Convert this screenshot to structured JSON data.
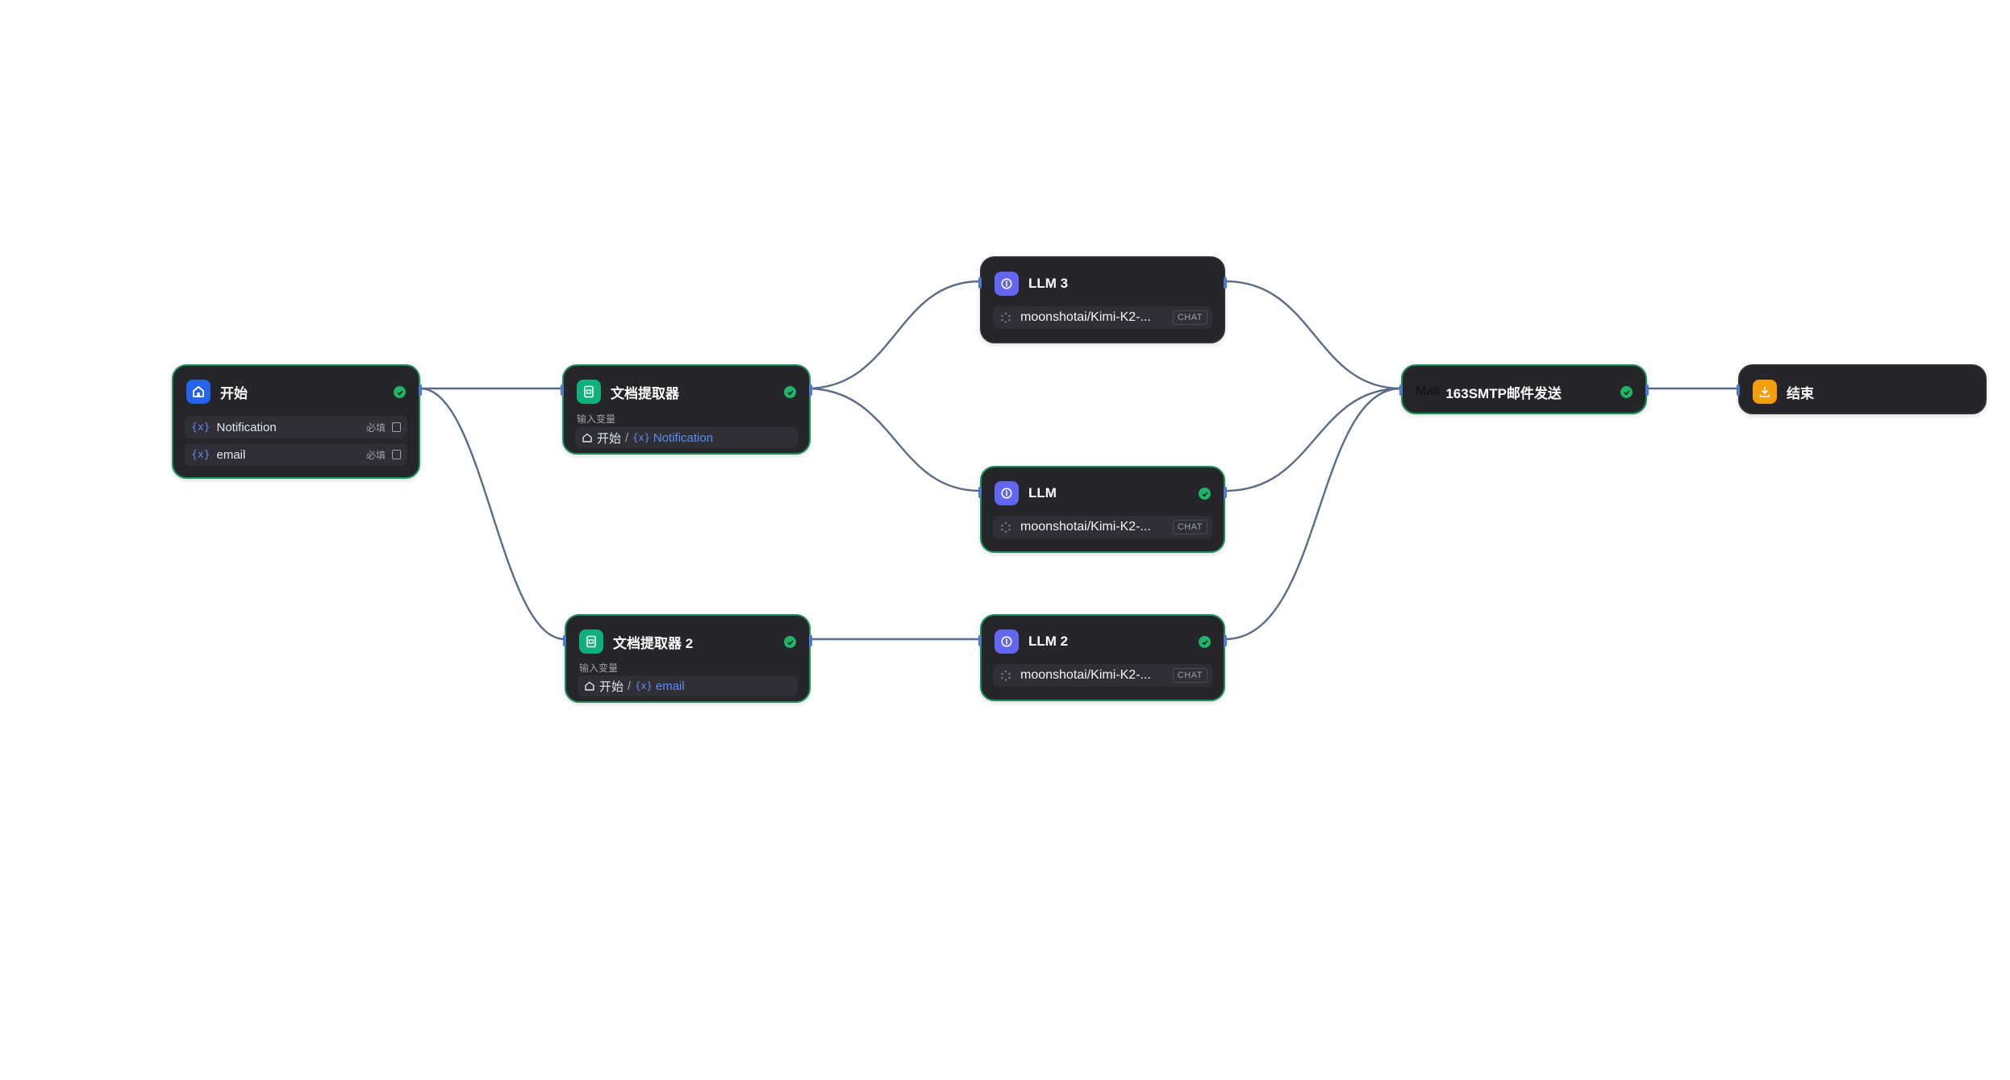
{
  "nodes": {
    "start": {
      "title": "开始",
      "vars": [
        {
          "symbol": "{x}",
          "name": "Notification",
          "required": "必填"
        },
        {
          "symbol": "{x}",
          "name": "email",
          "required": "必填"
        }
      ]
    },
    "doc_extractor": {
      "title": "文档提取器",
      "input_label": "输入变量",
      "ref_source": "开始",
      "ref_sep": "/",
      "ref_symbol": "{x}",
      "ref_var": "Notification"
    },
    "doc_extractor_2": {
      "title": "文档提取器 2",
      "input_label": "输入变量",
      "ref_source": "开始",
      "ref_sep": "/",
      "ref_symbol": "{x}",
      "ref_var": "email"
    },
    "llm3": {
      "title": "LLM 3",
      "model": "moonshotai/Kimi-K2-...",
      "tag": "CHAT"
    },
    "llm": {
      "title": "LLM",
      "model": "moonshotai/Kimi-K2-...",
      "tag": "CHAT"
    },
    "llm2": {
      "title": "LLM 2",
      "model": "moonshotai/Kimi-K2-...",
      "tag": "CHAT"
    },
    "mail": {
      "prefix": "Mail",
      "title": "163SMTP邮件发送"
    },
    "end": {
      "title": "结束"
    }
  },
  "colors": {
    "node_bg": "#25252a",
    "ok_border": "#1f8f5a",
    "edge": "#5b6b86",
    "var_accent": "#5b8cf5"
  }
}
